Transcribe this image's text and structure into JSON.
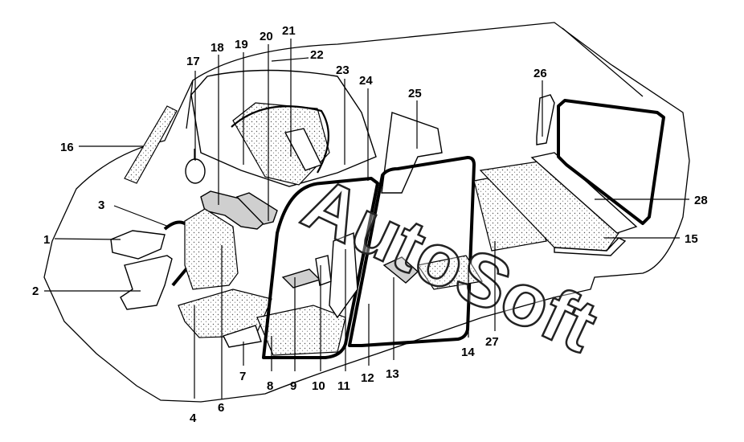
{
  "watermark": "AutoSoft",
  "callouts": [
    {
      "n": "1"
    },
    {
      "n": "2"
    },
    {
      "n": "3"
    },
    {
      "n": "4"
    },
    {
      "n": "6"
    },
    {
      "n": "7"
    },
    {
      "n": "8"
    },
    {
      "n": "9"
    },
    {
      "n": "10"
    },
    {
      "n": "11"
    },
    {
      "n": "12"
    },
    {
      "n": "13"
    },
    {
      "n": "14"
    },
    {
      "n": "15"
    },
    {
      "n": "16"
    },
    {
      "n": "17"
    },
    {
      "n": "18"
    },
    {
      "n": "19"
    },
    {
      "n": "20"
    },
    {
      "n": "21"
    },
    {
      "n": "22"
    },
    {
      "n": "23"
    },
    {
      "n": "24"
    },
    {
      "n": "25"
    },
    {
      "n": "26"
    },
    {
      "n": "27"
    },
    {
      "n": "28"
    }
  ]
}
